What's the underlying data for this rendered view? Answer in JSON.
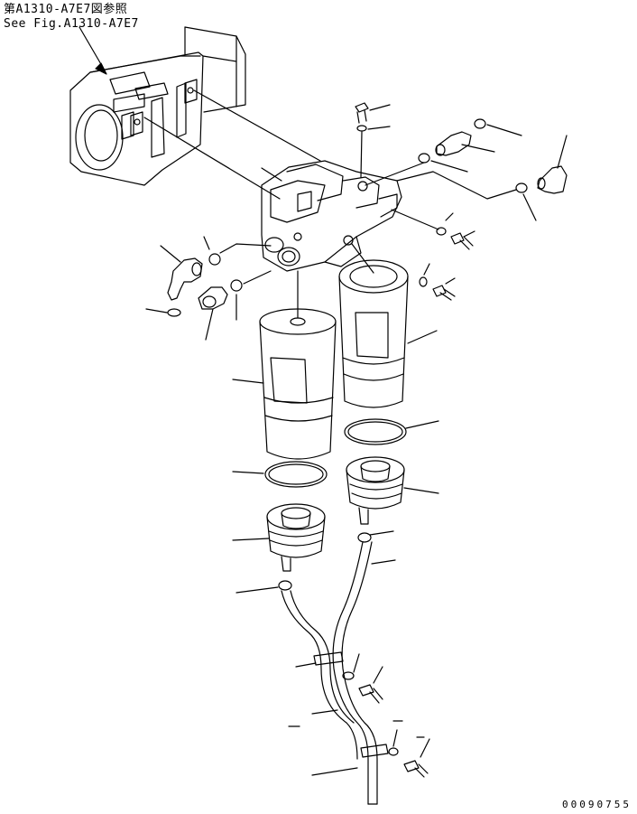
{
  "reference": {
    "jp": "第A1310-A7E7図参照",
    "en": "See Fig.A1310-A7E7"
  },
  "drawing_number": "00090755",
  "colors": {
    "line": "#000000",
    "background": "#ffffff"
  }
}
